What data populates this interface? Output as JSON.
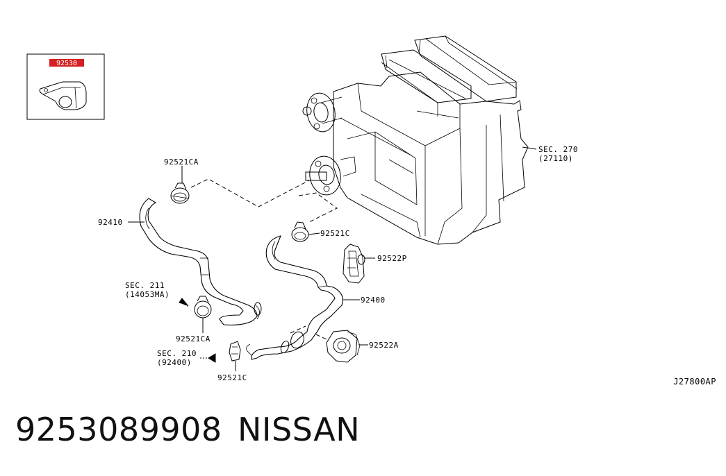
{
  "inset": {
    "highlight_label": "92530",
    "highlight_color": "#d42020"
  },
  "labels": {
    "sec270": "SEC. 270",
    "sec270_code": "(27110)",
    "clamp_ca_top": "92521CA",
    "hose_92410": "92410",
    "clamp_c_mid": "92521C",
    "grommet_p": "92522P",
    "hose_92400": "92400",
    "sec211": "SEC. 211",
    "sec211_code": "(14053MA)",
    "clamp_ca_bottom": "92521CA",
    "grommet_a": "92522A",
    "sec210": "SEC. 210",
    "sec210_code": "(92400)",
    "clamp_c_bottom": "92521C"
  },
  "catalog_code": "J27800AP",
  "footer": {
    "part_number": "9253089908",
    "brand": "NISSAN"
  }
}
